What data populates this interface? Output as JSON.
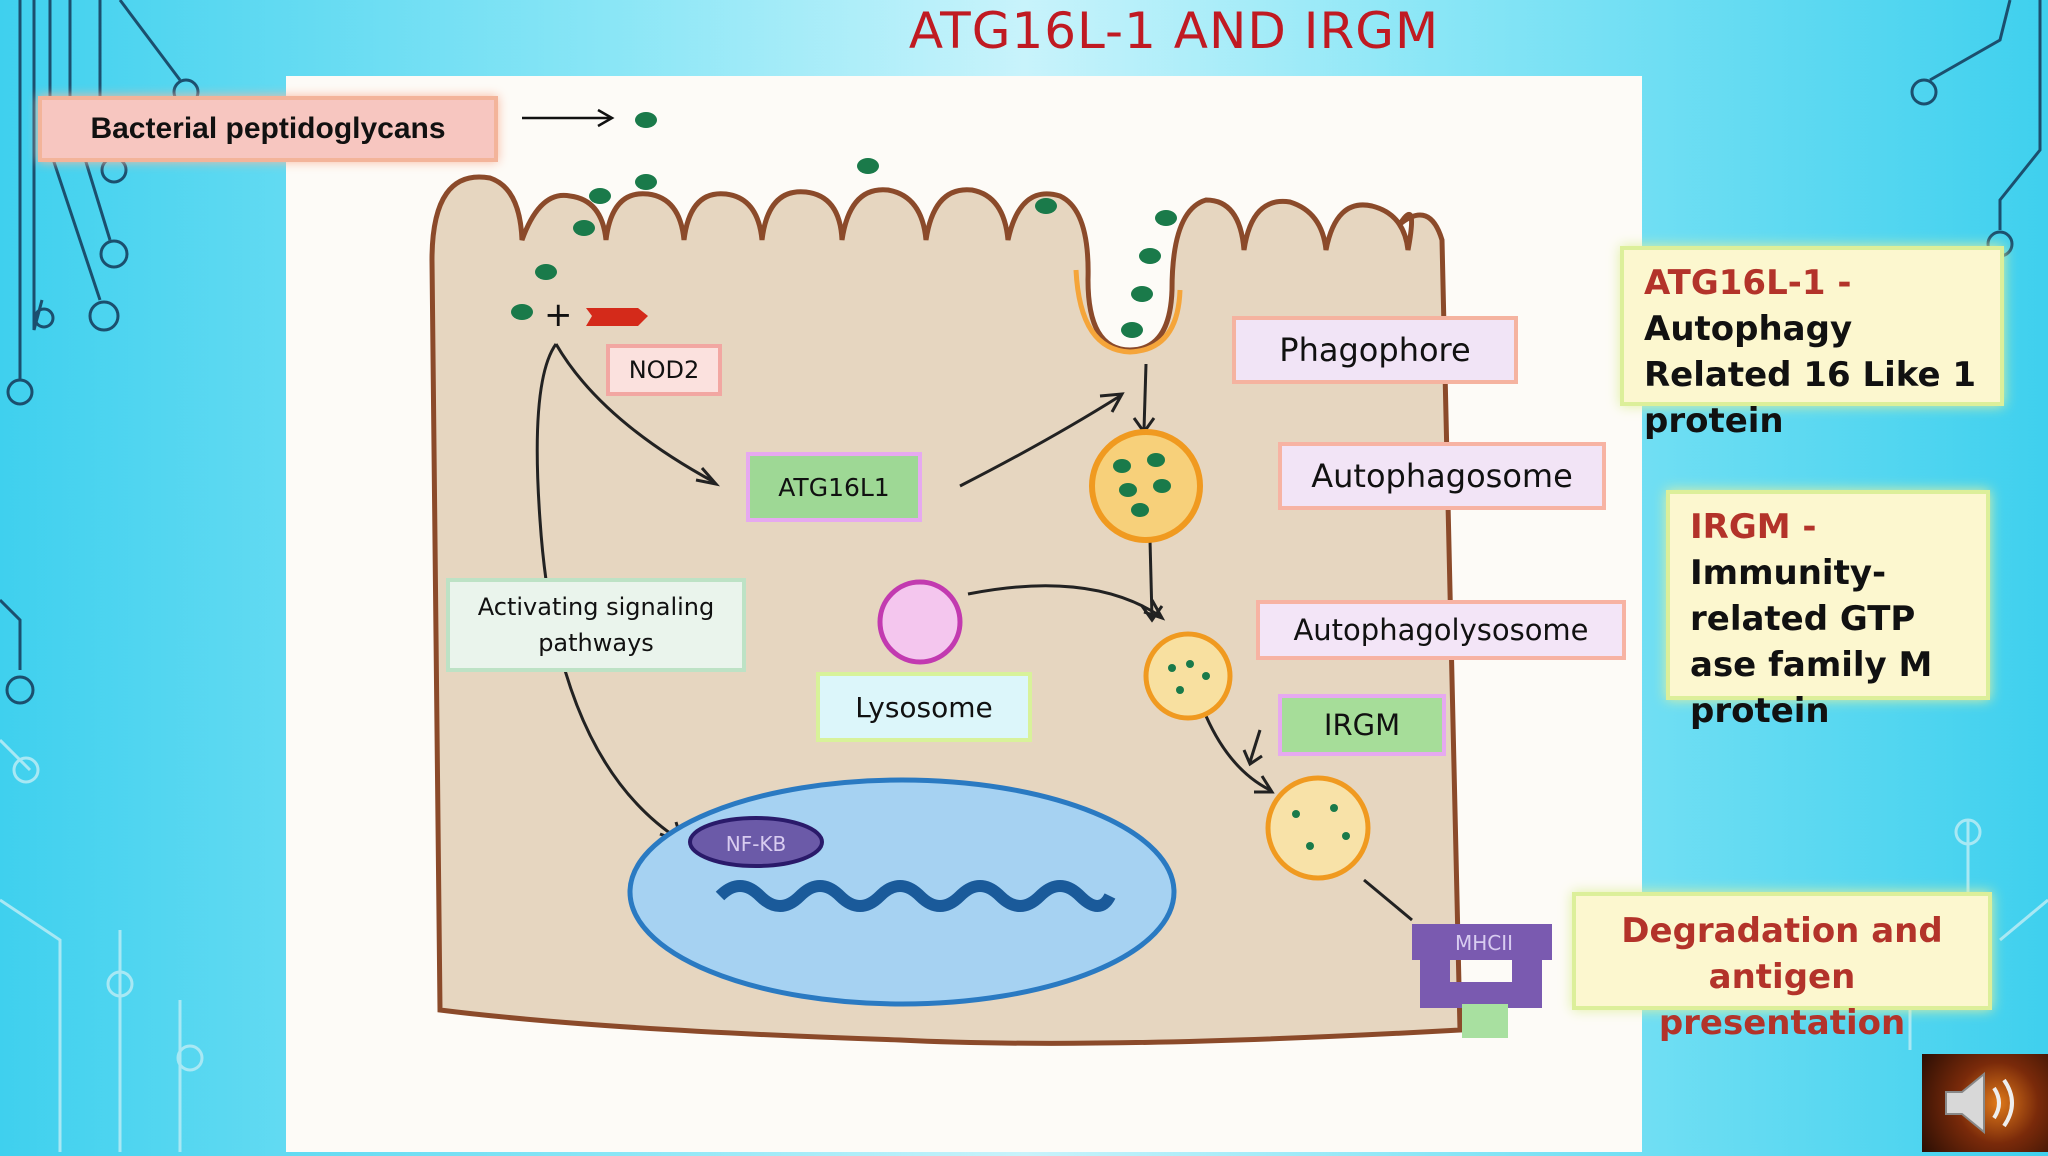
{
  "slide": {
    "title": "ATG16L-1 AND IRGM"
  },
  "diagram": {
    "bacterial_label": "Bacterial peptidoglycans",
    "nod2_label": "NOD2",
    "atg16l1_label": "ATG16L1",
    "activating_label": "Activating signaling pathways",
    "lysosome_label": "Lysosome",
    "phagophore_label": "Phagophore",
    "autophagosome_label": "Autophagosome",
    "autophagolysosome_label": "Autophagolysosome",
    "irgm_label": "IRGM",
    "nfkb_label": "NF-KB",
    "mhcii_label": "MHCII",
    "plus_sign": "+"
  },
  "definitions": {
    "atg16l1_term": "ATG16L-1 -",
    "atg16l1_desc": "Autophagy Related 16 Like 1 protein",
    "irgm_term": "IRGM -",
    "irgm_desc": "Immunity-related GTP ase family M protein",
    "degradation": "Degradation and antigen presentation"
  },
  "colors": {
    "title": "#c01a22",
    "cell_fill": "#e6d6c0",
    "cell_outline": "#8b4a2a",
    "bacteria": "#1a7a4a",
    "vesicle": "#f5b03a",
    "nucleus": "#9ccbee"
  },
  "icons": {
    "speaker": "speaker-icon"
  }
}
